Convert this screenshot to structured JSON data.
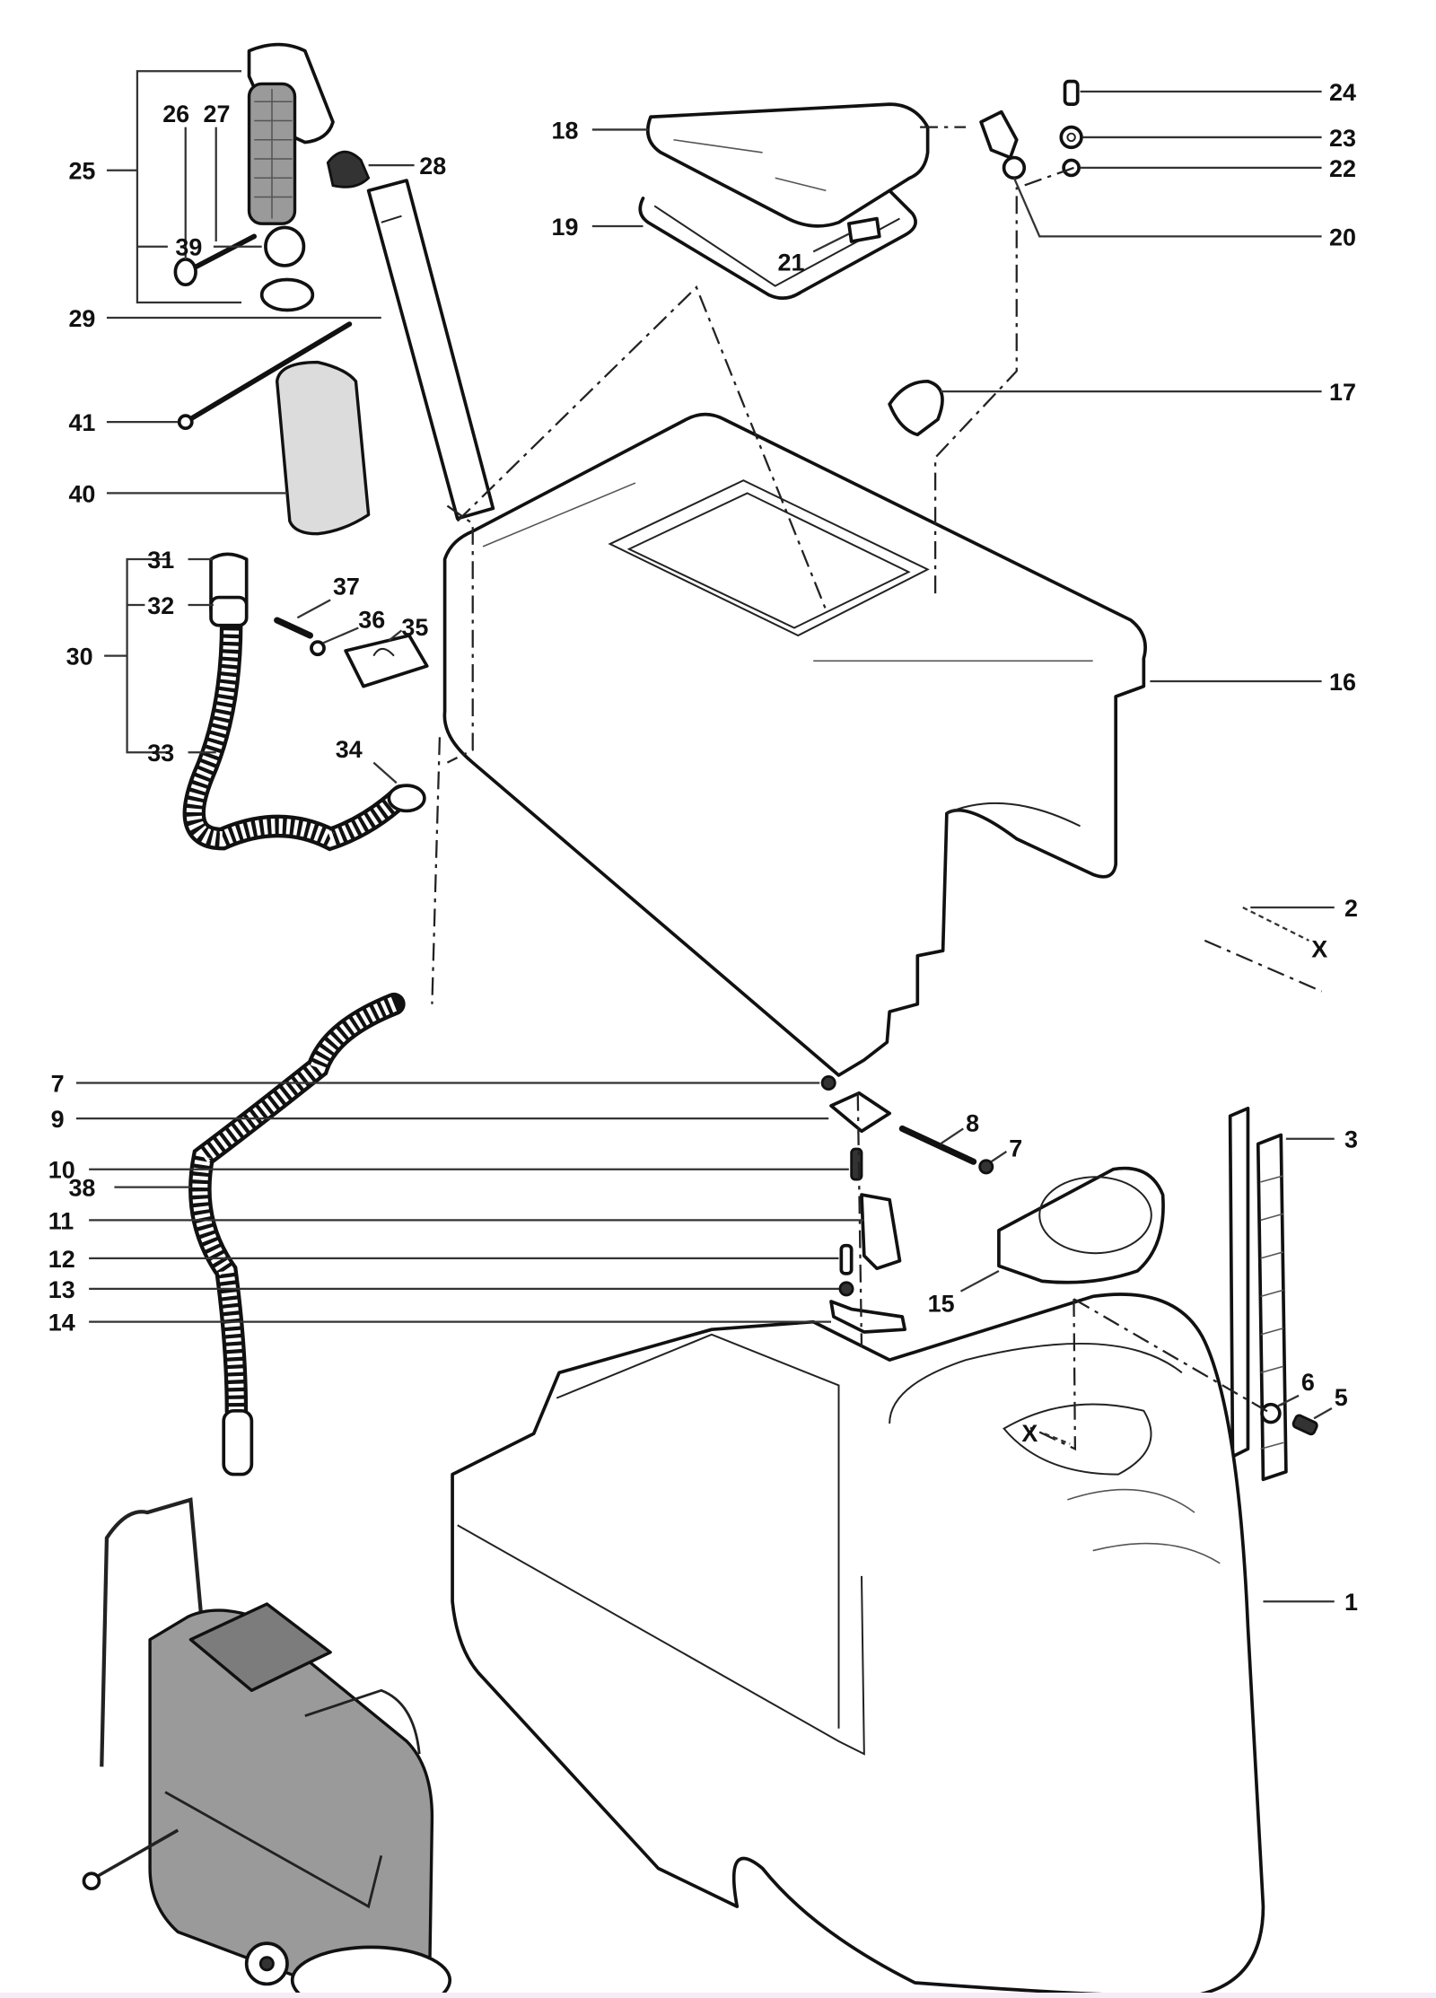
{
  "diagram": {
    "type": "exploded-parts-view",
    "subject": "floor scrubber tank assembly",
    "callouts": [
      {
        "id": "1",
        "label": "1"
      },
      {
        "id": "2",
        "label": "2"
      },
      {
        "id": "3",
        "label": "3"
      },
      {
        "id": "5",
        "label": "5"
      },
      {
        "id": "6",
        "label": "6"
      },
      {
        "id": "7a",
        "label": "7"
      },
      {
        "id": "7b",
        "label": "7"
      },
      {
        "id": "8",
        "label": "8"
      },
      {
        "id": "9",
        "label": "9"
      },
      {
        "id": "10",
        "label": "10"
      },
      {
        "id": "11",
        "label": "11"
      },
      {
        "id": "12",
        "label": "12"
      },
      {
        "id": "13",
        "label": "13"
      },
      {
        "id": "14",
        "label": "14"
      },
      {
        "id": "15",
        "label": "15"
      },
      {
        "id": "16",
        "label": "16"
      },
      {
        "id": "17",
        "label": "17"
      },
      {
        "id": "18",
        "label": "18"
      },
      {
        "id": "19",
        "label": "19"
      },
      {
        "id": "20",
        "label": "20"
      },
      {
        "id": "21",
        "label": "21"
      },
      {
        "id": "22",
        "label": "22"
      },
      {
        "id": "23",
        "label": "23"
      },
      {
        "id": "24",
        "label": "24"
      },
      {
        "id": "25",
        "label": "25"
      },
      {
        "id": "26",
        "label": "26"
      },
      {
        "id": "27",
        "label": "27"
      },
      {
        "id": "28",
        "label": "28"
      },
      {
        "id": "29",
        "label": "29"
      },
      {
        "id": "30",
        "label": "30"
      },
      {
        "id": "31",
        "label": "31"
      },
      {
        "id": "32",
        "label": "32"
      },
      {
        "id": "33",
        "label": "33"
      },
      {
        "id": "34",
        "label": "34"
      },
      {
        "id": "35",
        "label": "35"
      },
      {
        "id": "36",
        "label": "36"
      },
      {
        "id": "37",
        "label": "37"
      },
      {
        "id": "38",
        "label": "38"
      },
      {
        "id": "39",
        "label": "39"
      },
      {
        "id": "40",
        "label": "40"
      },
      {
        "id": "41",
        "label": "41"
      }
    ],
    "reference_marks": [
      {
        "id": "x-upper",
        "label": "X"
      },
      {
        "id": "x-lower",
        "label": "X"
      }
    ]
  }
}
